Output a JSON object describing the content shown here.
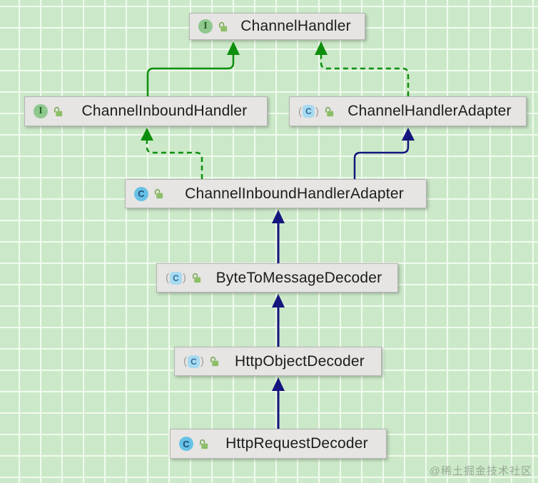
{
  "diagram": {
    "nodes": [
      {
        "label": "ChannelHandler",
        "type": "interface",
        "icon_letter": "I",
        "type_icon": "interface-icon",
        "visibility_icon": "unlock-icon"
      },
      {
        "label": "ChannelInboundHandler",
        "type": "interface",
        "icon_letter": "I",
        "type_icon": "interface-icon",
        "visibility_icon": "unlock-icon"
      },
      {
        "label": "ChannelHandlerAdapter",
        "type": "abstract-class",
        "icon_letter": "C",
        "type_icon": "abstract-class-icon",
        "visibility_icon": "unlock-icon"
      },
      {
        "label": "ChannelInboundHandlerAdapter",
        "type": "class",
        "icon_letter": "C",
        "type_icon": "class-icon",
        "visibility_icon": "unlock-icon"
      },
      {
        "label": "ByteToMessageDecoder",
        "type": "abstract-class",
        "icon_letter": "C",
        "type_icon": "abstract-class-icon",
        "visibility_icon": "unlock-icon"
      },
      {
        "label": "HttpObjectDecoder",
        "type": "abstract-class",
        "icon_letter": "C",
        "type_icon": "abstract-class-icon",
        "visibility_icon": "unlock-icon"
      },
      {
        "label": "HttpRequestDecoder",
        "type": "class",
        "icon_letter": "C",
        "type_icon": "class-icon",
        "visibility_icon": "unlock-icon"
      }
    ],
    "edges": [
      {
        "from": "ChannelInboundHandler",
        "to": "ChannelHandler",
        "relation": "extends",
        "style": "solid-green"
      },
      {
        "from": "ChannelHandlerAdapter",
        "to": "ChannelHandler",
        "relation": "implements",
        "style": "dashed-green"
      },
      {
        "from": "ChannelInboundHandlerAdapter",
        "to": "ChannelInboundHandler",
        "relation": "implements",
        "style": "dashed-green"
      },
      {
        "from": "ChannelInboundHandlerAdapter",
        "to": "ChannelHandlerAdapter",
        "relation": "extends",
        "style": "solid-navy"
      },
      {
        "from": "ByteToMessageDecoder",
        "to": "ChannelInboundHandlerAdapter",
        "relation": "extends",
        "style": "solid-navy"
      },
      {
        "from": "HttpObjectDecoder",
        "to": "ByteToMessageDecoder",
        "relation": "extends",
        "style": "solid-navy"
      },
      {
        "from": "HttpRequestDecoder",
        "to": "HttpObjectDecoder",
        "relation": "extends",
        "style": "solid-navy"
      }
    ],
    "colors": {
      "canvas_background": "#cbe9c8",
      "grid_line": "#f1faee",
      "node_fill": "#e6e5e3",
      "node_border": "#b5b5b5",
      "green_edge": "#0d8f0d",
      "navy_edge": "#15157e",
      "interface_icon_bg": "#8fc88f",
      "class_icon_bg": "#66c1e6",
      "abstract_icon_bg": "#a8daf1",
      "lock_green": "#85b761"
    },
    "watermark": "@稀土掘金技术社区"
  }
}
